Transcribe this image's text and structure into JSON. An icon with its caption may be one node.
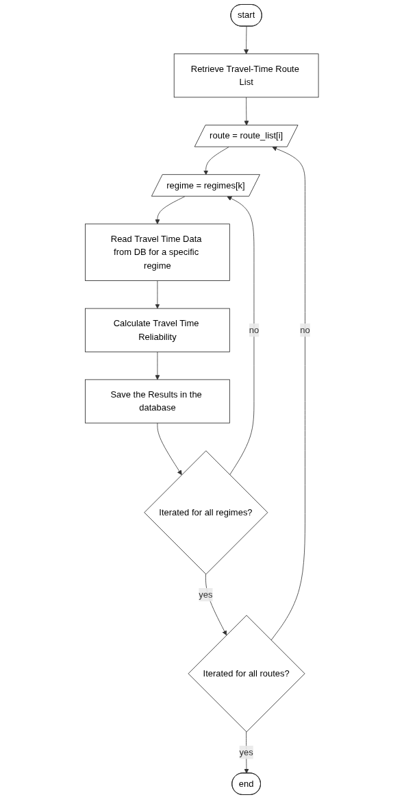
{
  "diagram": {
    "nodes": [
      {
        "text": [
          "start"
        ]
      },
      {
        "text": [
          "Retrieve Travel-Time Route List"
        ]
      },
      {
        "text": [
          "route = route_list[i]"
        ]
      },
      {
        "text": [
          "regime = regimes[k]"
        ]
      },
      {
        "text": [
          "Read Travel Time Data from DB for a specific regime"
        ]
      },
      {
        "text": [
          "Calculate Travel Time Reliability"
        ]
      },
      {
        "text": [
          "Save the Results in the database"
        ]
      },
      {
        "text": [
          "Iterated for all regimes?"
        ]
      },
      {
        "text": [
          "Iterated for all routes?"
        ]
      },
      {
        "text": [
          "end"
        ]
      }
    ],
    "edges": [
      {
        "from": 0,
        "to": 1,
        "arrow": "to"
      },
      {
        "from": 1,
        "to": 2,
        "arrow": "to"
      },
      {
        "from": 2,
        "to": 3,
        "arrow": "to"
      },
      {
        "from": 3,
        "to": 4,
        "arrow": "to"
      },
      {
        "from": 4,
        "to": 5,
        "arrow": "to"
      },
      {
        "from": 5,
        "to": 6,
        "arrow": "to"
      },
      {
        "from": 6,
        "to": 7,
        "arrow": "to"
      },
      {
        "from": 7,
        "to": 8,
        "label": "yes",
        "arrow": "to"
      },
      {
        "from": 7,
        "to": 3,
        "label": "no",
        "arrow": "to"
      },
      {
        "from": 8,
        "to": 2,
        "label": "no",
        "arrow": "to"
      },
      {
        "from": 8,
        "to": 9,
        "label": "yes",
        "arrow": "to"
      }
    ]
  }
}
